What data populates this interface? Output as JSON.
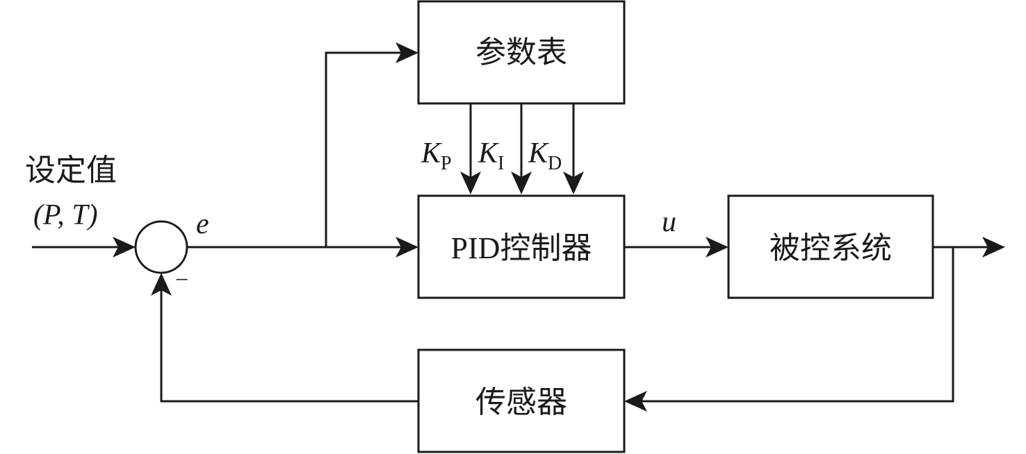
{
  "diagram": {
    "title": "PID control loop block diagram",
    "blocks": {
      "param_table": "参数表",
      "pid_controller_prefix": "PID",
      "pid_controller_suffix": "控制器",
      "plant": "被控系统",
      "sensor": "传感器"
    },
    "labels": {
      "setpoint": "设定值",
      "setpoint_vars": "(P, T)",
      "error": "e",
      "control_signal": "u",
      "minus_sign": "−",
      "gains": [
        {
          "symbol": "K",
          "subscript": "P"
        },
        {
          "symbol": "K",
          "subscript": "I"
        },
        {
          "symbol": "K",
          "subscript": "D"
        }
      ]
    },
    "colors": {
      "stroke": "#1a1a1a",
      "background": "#ffffff"
    }
  }
}
